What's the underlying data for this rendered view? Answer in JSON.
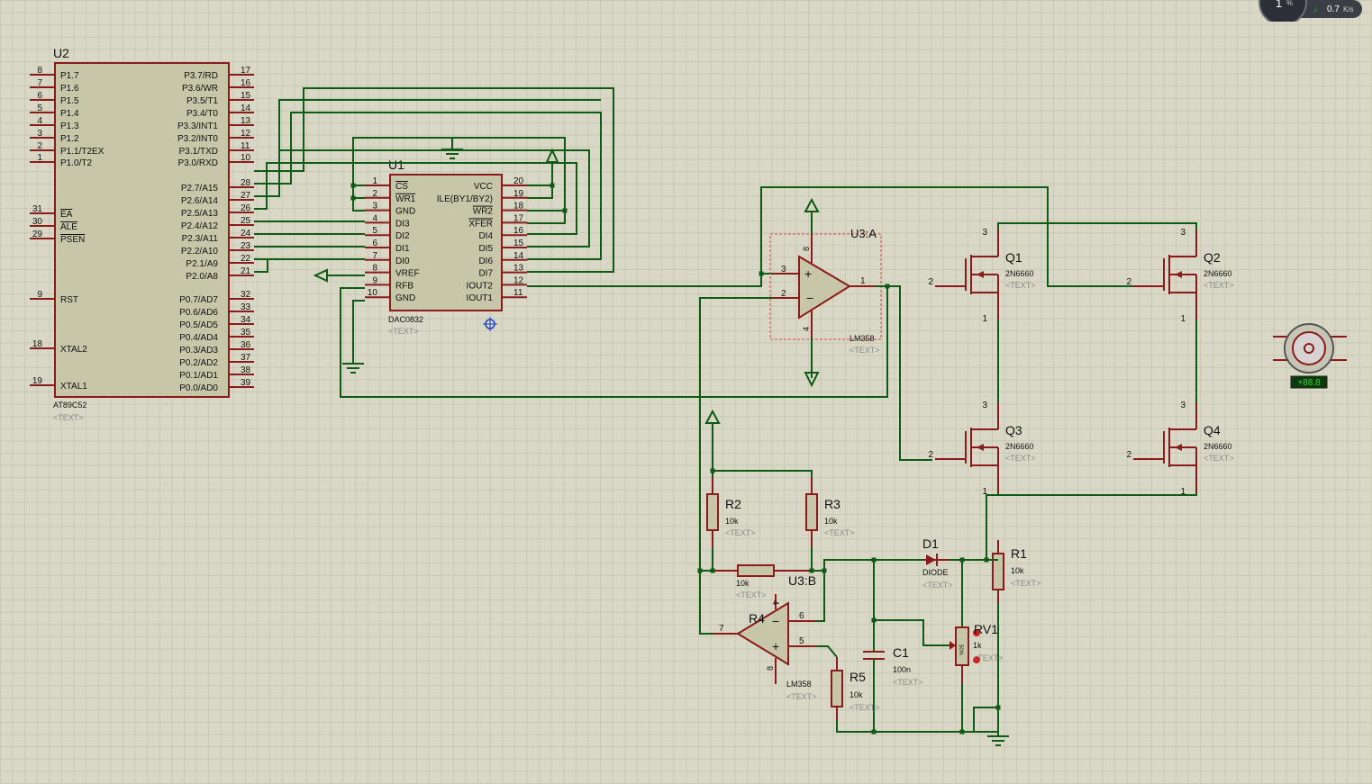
{
  "u2": {
    "ref": "U2",
    "part": "AT89C52",
    "text": "<TEXT>",
    "left_pins": [
      {
        "num": "8",
        "name": "P1.7"
      },
      {
        "num": "7",
        "name": "P1.6"
      },
      {
        "num": "6",
        "name": "P1.5"
      },
      {
        "num": "5",
        "name": "P1.4"
      },
      {
        "num": "4",
        "name": "P1.3"
      },
      {
        "num": "3",
        "name": "P1.2"
      },
      {
        "num": "2",
        "name": "P1.1/T2EX"
      },
      {
        "num": "1",
        "name": "P1.0/T2"
      },
      {
        "num": "31",
        "name": "EA"
      },
      {
        "num": "30",
        "name": "ALE"
      },
      {
        "num": "29",
        "name": "PSEN"
      },
      {
        "num": "9",
        "name": "RST"
      },
      {
        "num": "18",
        "name": "XTAL2"
      },
      {
        "num": "19",
        "name": "XTAL1"
      }
    ],
    "right_pins": [
      {
        "num": "17",
        "name": "P3.7/RD"
      },
      {
        "num": "16",
        "name": "P3.6/WR"
      },
      {
        "num": "15",
        "name": "P3.5/T1"
      },
      {
        "num": "14",
        "name": "P3.4/T0"
      },
      {
        "num": "13",
        "name": "P3.3/INT1"
      },
      {
        "num": "12",
        "name": "P3.2/INT0"
      },
      {
        "num": "11",
        "name": "P3.1/TXD"
      },
      {
        "num": "10",
        "name": "P3.0/RXD"
      },
      {
        "num": "28",
        "name": "P2.7/A15"
      },
      {
        "num": "27",
        "name": "P2.6/A14"
      },
      {
        "num": "26",
        "name": "P2.5/A13"
      },
      {
        "num": "25",
        "name": "P2.4/A12"
      },
      {
        "num": "24",
        "name": "P2.3/A11"
      },
      {
        "num": "23",
        "name": "P2.2/A10"
      },
      {
        "num": "22",
        "name": "P2.1/A9"
      },
      {
        "num": "21",
        "name": "P2.0/A8"
      },
      {
        "num": "32",
        "name": "P0.7/AD7"
      },
      {
        "num": "33",
        "name": "P0.6/AD6"
      },
      {
        "num": "34",
        "name": "P0.5/AD5"
      },
      {
        "num": "35",
        "name": "P0.4/AD4"
      },
      {
        "num": "36",
        "name": "P0.3/AD3"
      },
      {
        "num": "37",
        "name": "P0.2/AD2"
      },
      {
        "num": "38",
        "name": "P0.1/AD1"
      },
      {
        "num": "39",
        "name": "P0.0/AD0"
      }
    ]
  },
  "u1": {
    "ref": "U1",
    "part": "DAC0832",
    "text": "<TEXT>",
    "left_pins": [
      {
        "num": "1",
        "name": "CS"
      },
      {
        "num": "2",
        "name": "WR1"
      },
      {
        "num": "3",
        "name": "GND"
      },
      {
        "num": "4",
        "name": "DI3"
      },
      {
        "num": "5",
        "name": "DI2"
      },
      {
        "num": "6",
        "name": "DI1"
      },
      {
        "num": "7",
        "name": "DI0"
      },
      {
        "num": "8",
        "name": "VREF"
      },
      {
        "num": "9",
        "name": "RFB"
      },
      {
        "num": "10",
        "name": "GND"
      }
    ],
    "right_pins": [
      {
        "num": "20",
        "name": "VCC"
      },
      {
        "num": "19",
        "name": "ILE(BY1/BY2)"
      },
      {
        "num": "18",
        "name": "WR2"
      },
      {
        "num": "17",
        "name": "XFER"
      },
      {
        "num": "16",
        "name": "DI4"
      },
      {
        "num": "15",
        "name": "DI5"
      },
      {
        "num": "14",
        "name": "DI6"
      },
      {
        "num": "13",
        "name": "DI7"
      },
      {
        "num": "12",
        "name": "IOUT2"
      },
      {
        "num": "11",
        "name": "IOUT1"
      }
    ]
  },
  "u3a": {
    "ref": "U3:A",
    "part": "LM358",
    "text": "<TEXT>",
    "pin3": "3",
    "pin2": "2",
    "pin1": "1",
    "pin8": "8",
    "pin4": "4"
  },
  "u3b": {
    "ref": "U3:B",
    "part": "LM358",
    "text": "<TEXT>",
    "pin6": "6",
    "pin5": "5",
    "pin7": "7",
    "pin8": "8",
    "pin4": "4"
  },
  "mosfets": [
    {
      "ref": "Q1",
      "part": "2N6660",
      "text": "<TEXT>"
    },
    {
      "ref": "Q2",
      "part": "2N6660",
      "text": "<TEXT>"
    },
    {
      "ref": "Q3",
      "part": "2N6660",
      "text": "<TEXT>"
    },
    {
      "ref": "Q4",
      "part": "2N6660",
      "text": "<TEXT>"
    }
  ],
  "mos_pins": {
    "drain": "3",
    "gate": "2",
    "source": "1"
  },
  "resistors": [
    {
      "ref": "R1",
      "value": "10k",
      "text": "<TEXT>"
    },
    {
      "ref": "R2",
      "value": "10k",
      "text": "<TEXT>"
    },
    {
      "ref": "R3",
      "value": "10k",
      "text": "<TEXT>"
    },
    {
      "ref": "R4",
      "value": "10k",
      "text": "<TEXT>"
    },
    {
      "ref": "R5",
      "value": "10k",
      "text": "<TEXT>"
    }
  ],
  "d1": {
    "ref": "D1",
    "part": "DIODE",
    "text": "<TEXT>"
  },
  "c1": {
    "ref": "C1",
    "value": "100n",
    "text": "<TEXT>"
  },
  "rv1": {
    "ref": "RV1",
    "value": "1k",
    "text": "<TEXT>",
    "body": "50%"
  },
  "motor": {
    "readout": "+88.8"
  },
  "badge": {
    "percent": "1",
    "unit": "%",
    "speed": "0.7",
    "speed_unit": "K/s"
  },
  "colors": {
    "wire": "#0f5a14",
    "component": "#8b1a1a",
    "body": "#c7c6a8",
    "label": "#111111",
    "text_hint": "#8a8a8a",
    "background": "#d9d8c6"
  }
}
